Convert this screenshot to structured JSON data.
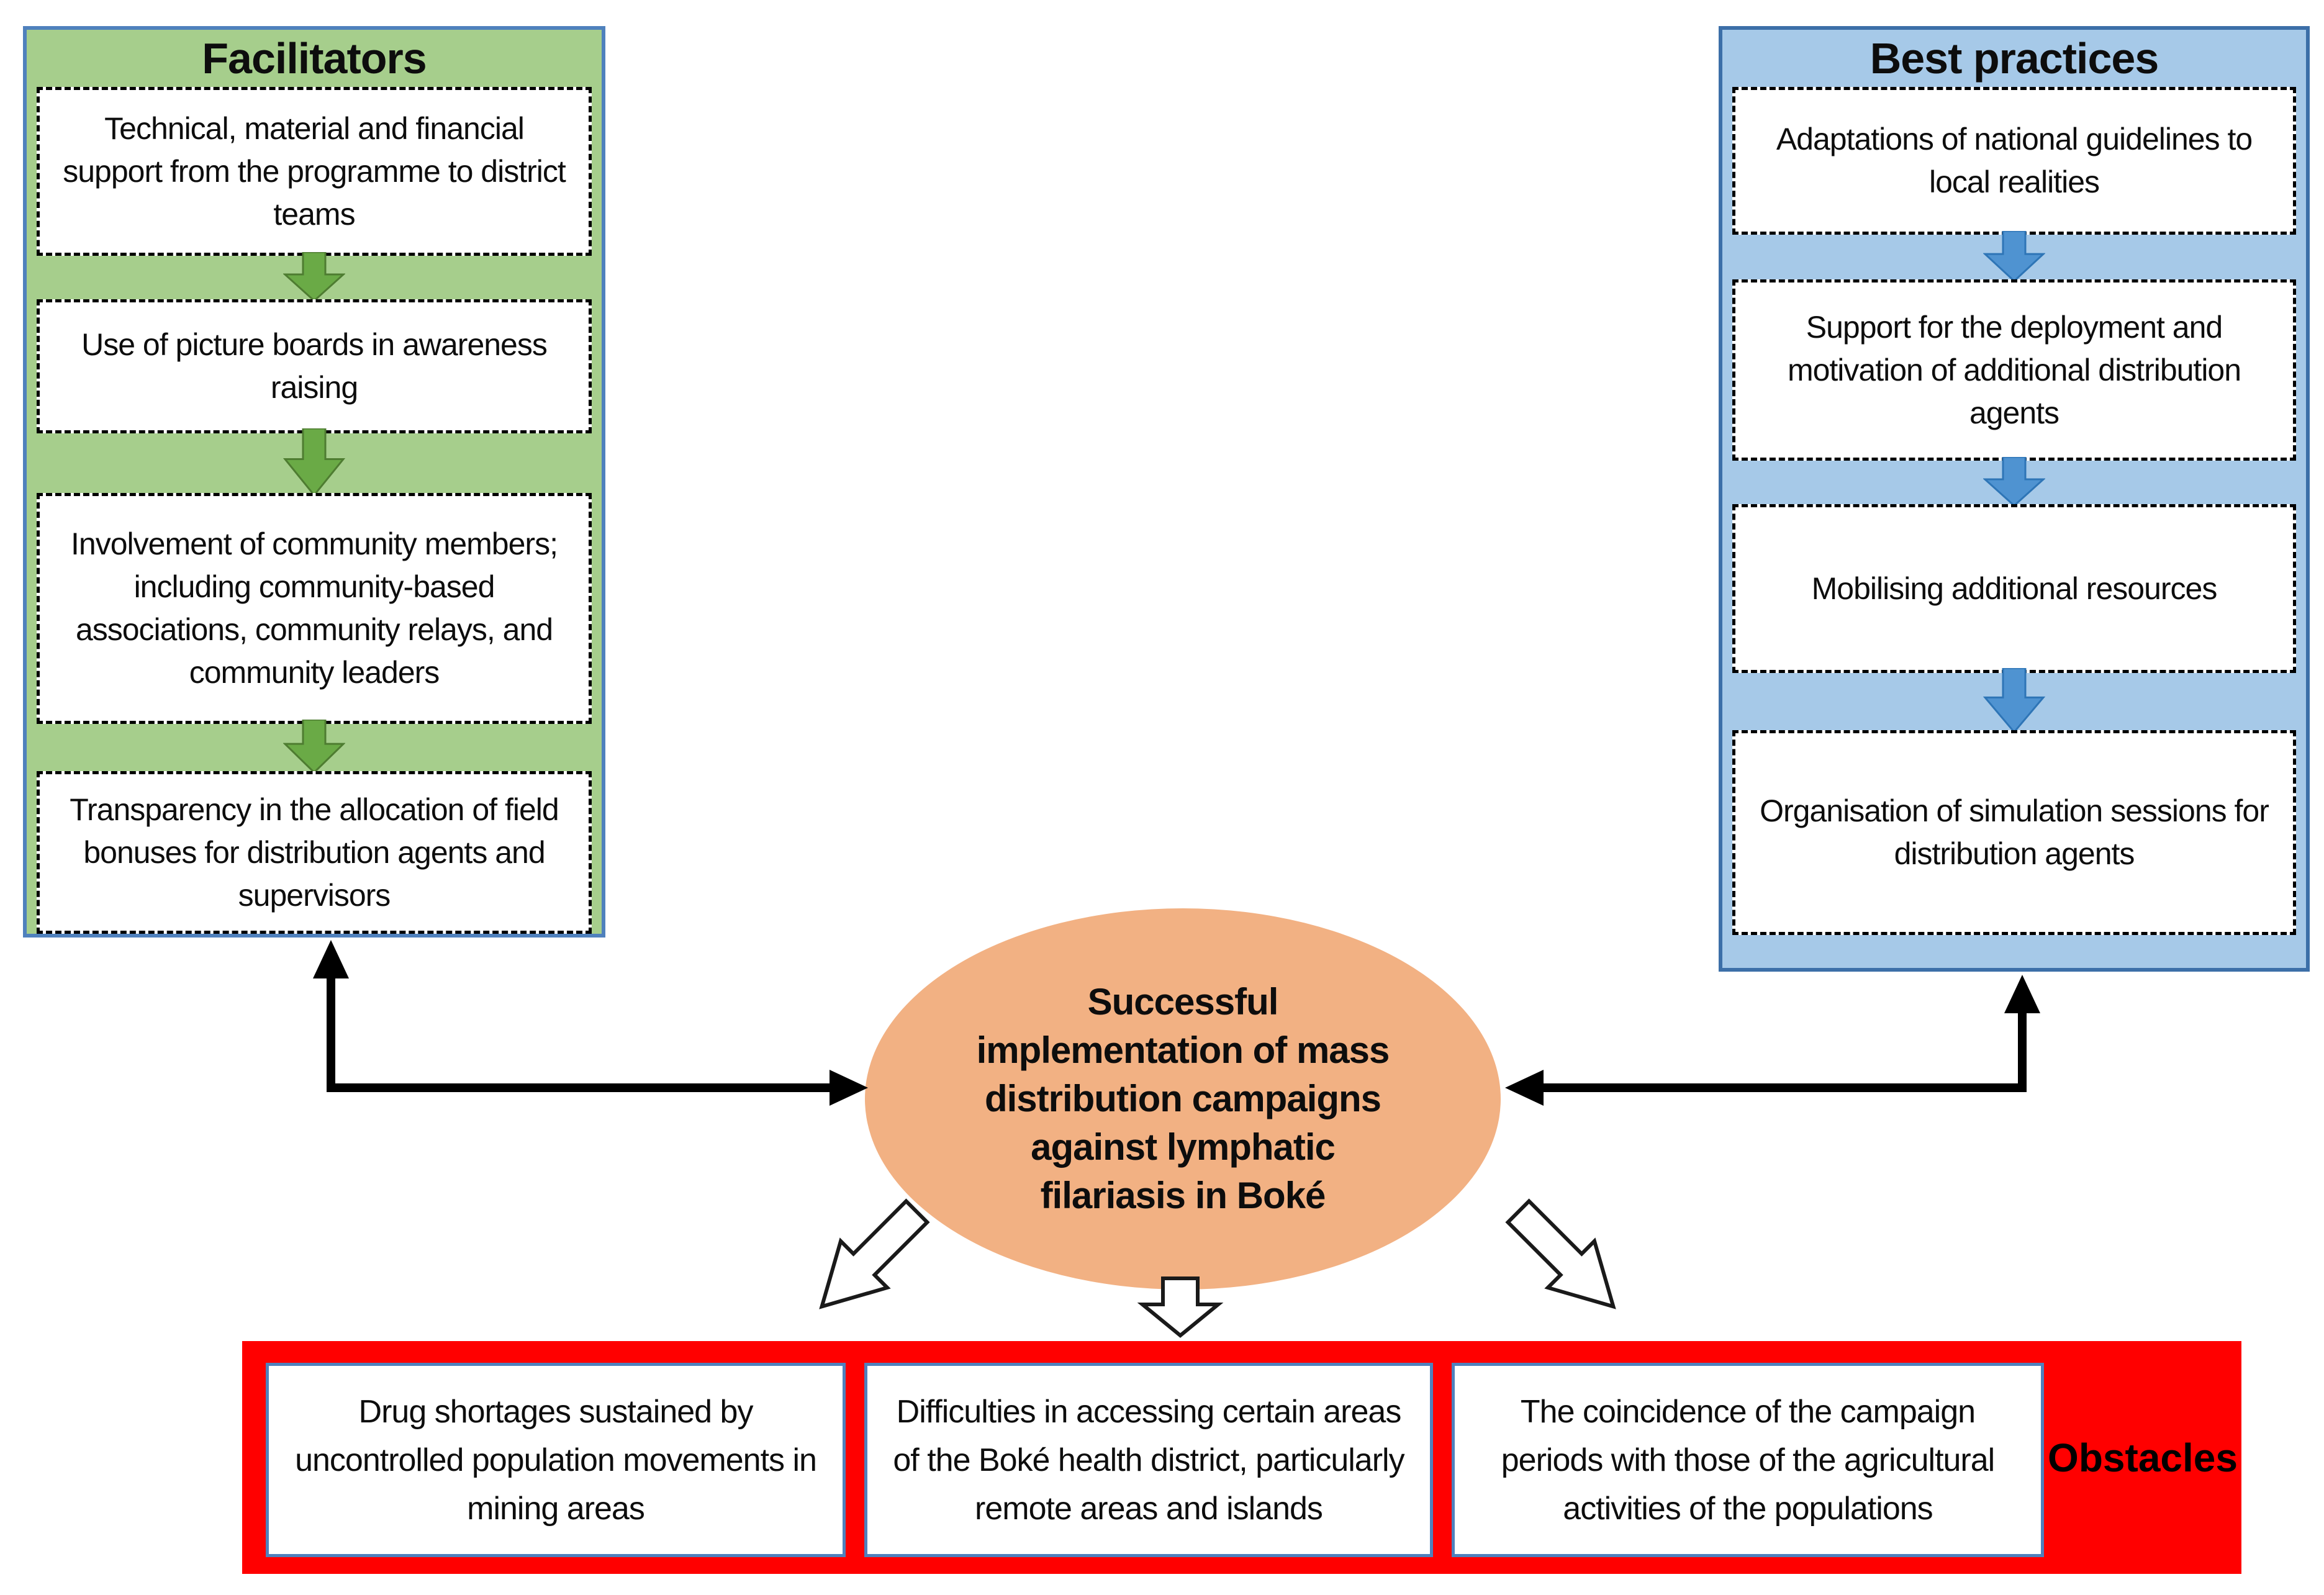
{
  "facilitators": {
    "title": "Facilitators",
    "items": [
      "Technical, material and financial support from the programme to district teams",
      "Use of picture boards in awareness raising",
      "Involvement of community members; including community-based associations, community relays, and community leaders",
      "Transparency in the allocation of field bonuses for distribution agents and supervisors"
    ]
  },
  "best_practices": {
    "title": "Best practices",
    "items": [
      "Adaptations of national guidelines to local realities",
      "Support for the deployment and motivation of additional distribution agents",
      "Mobilising additional resources",
      "Organisation of simulation sessions for distribution agents"
    ]
  },
  "outcome": {
    "text": "Successful implementation of mass distribution campaigns against lymphatic filariasis in Boké"
  },
  "obstacles": {
    "title": "Obstacles",
    "items": [
      "Drug shortages sustained by uncontrolled population movements in mining areas",
      "Difficulties in accessing certain areas of the Boké health district, particularly remote areas and islands",
      "The coincidence of the campaign periods with those of the agricultural activities of the populations"
    ]
  },
  "colors": {
    "facilitators_fill": "#a6ce8c",
    "facilitators_border": "#4f81bd",
    "green_arrow_fill": "#6aaa46",
    "green_arrow_stroke": "#4e7c31",
    "best_practices_fill": "#a6c9e8",
    "best_practices_border": "#3c6fa8",
    "blue_arrow_fill": "#4f93d1",
    "blue_arrow_stroke": "#2e75b6",
    "outcome_fill": "#f2b183",
    "obstacles_fill": "#ff0000",
    "inner_box_border": "#4f81bd",
    "dashed_border": "#000000",
    "connector": "#000000"
  }
}
